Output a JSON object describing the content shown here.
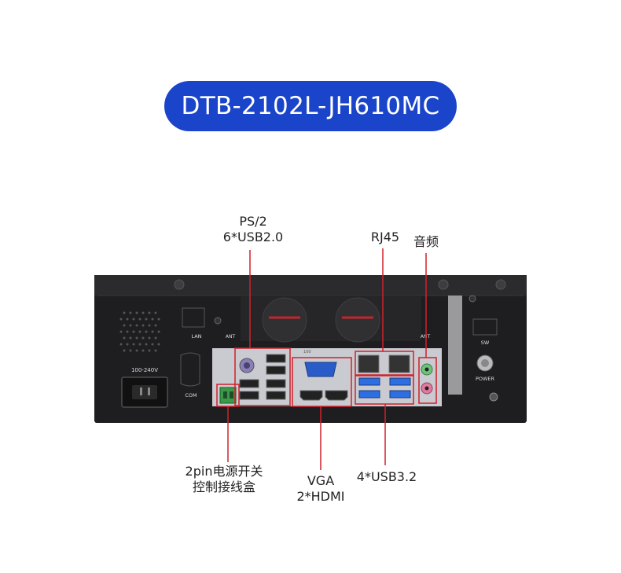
{
  "title": "DTB-2102L-JH610MC",
  "callouts": {
    "ps2_usb": [
      "PS/2",
      "6*USB2.0"
    ],
    "rj45": "RJ45",
    "audio": "音频",
    "power_box": [
      "2pin电源开关",
      "控制接线盒"
    ],
    "vga_hdmi": [
      "VGA",
      "2*HDMI"
    ],
    "usb32": "4*USB3.2"
  },
  "panel_marks": {
    "lan": "LAN",
    "ant_left": "ANT",
    "ant_right": "ANT",
    "voltage": "100-240V",
    "com": "COM",
    "sw": "SW",
    "power": "POWER",
    "io_100": "100"
  },
  "colors": {
    "title_pill": "#1a44c9",
    "highlight_box": "#d0202c",
    "leader_line": "#d0202c",
    "chassis": "#1e1e20",
    "io_shield": "#c9cbd0",
    "vga_port": "#2a5cc9",
    "usb3_port": "#2d6fe0",
    "audio_green": "#6fc27a",
    "audio_pink": "#e27aa0"
  }
}
